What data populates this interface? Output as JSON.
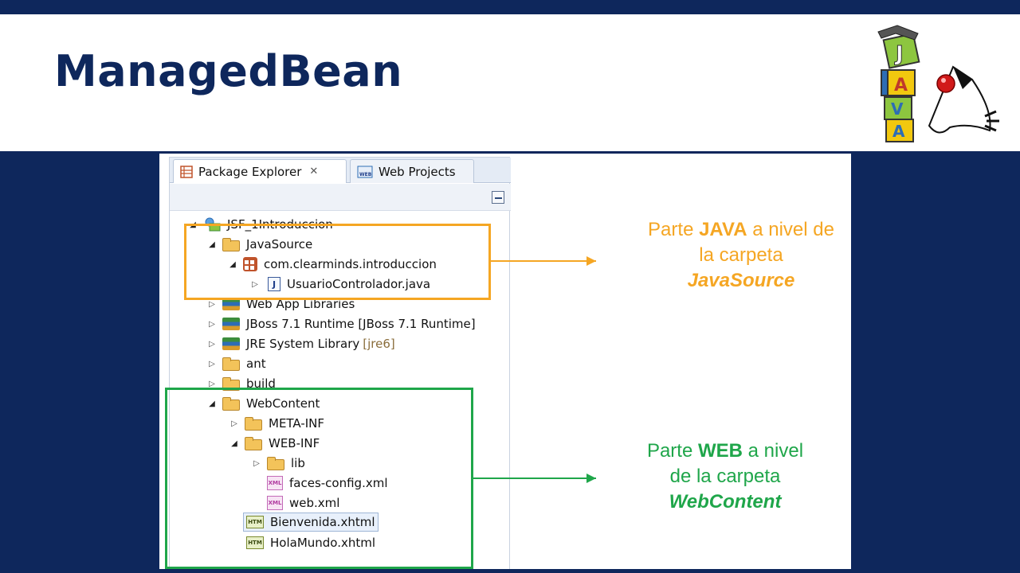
{
  "slide": {
    "title": "ManagedBean"
  },
  "ide": {
    "tabs": [
      {
        "label": "Package Explorer"
      },
      {
        "label": "Web Projects"
      }
    ],
    "tree": [
      {
        "label": "JSF_1Introduccion",
        "icon": "project-icon",
        "depth": 0,
        "expanded": true
      },
      {
        "label": "JavaSource",
        "icon": "source-folder-icon",
        "depth": 1,
        "expanded": true
      },
      {
        "label": "com.clearminds.introduccion",
        "icon": "package-icon",
        "depth": 2,
        "expanded": true
      },
      {
        "label": "UsuarioControlador.java",
        "icon": "java-file-icon",
        "depth": 3,
        "expanded": false
      },
      {
        "label": "Web App Libraries",
        "icon": "library-icon",
        "depth": 1,
        "expanded": false
      },
      {
        "label": "JBoss 7.1 Runtime [JBoss 7.1 Runtime]",
        "icon": "library-icon",
        "depth": 1,
        "expanded": false
      },
      {
        "label": "JRE System Library",
        "decoration": "[jre6]",
        "icon": "library-icon",
        "depth": 1,
        "expanded": false
      },
      {
        "label": "ant",
        "icon": "folder-icon",
        "depth": 1,
        "expanded": false
      },
      {
        "label": "build",
        "icon": "folder-icon",
        "depth": 1,
        "expanded": false
      },
      {
        "label": "WebContent",
        "icon": "folder-icon",
        "depth": 1,
        "expanded": true
      },
      {
        "label": "META-INF",
        "icon": "folder-icon",
        "depth": 2,
        "expanded": false
      },
      {
        "label": "WEB-INF",
        "icon": "folder-icon",
        "depth": 2,
        "expanded": true
      },
      {
        "label": "lib",
        "icon": "folder-icon",
        "depth": 3,
        "expanded": false
      },
      {
        "label": "faces-config.xml",
        "icon": "xml-file-icon",
        "depth": 3,
        "expanded": null
      },
      {
        "label": "web.xml",
        "icon": "xml-file-icon",
        "depth": 3,
        "expanded": null
      },
      {
        "label": "Bienvenida.xhtml",
        "icon": "html-file-icon",
        "depth": 2,
        "expanded": null,
        "selected": true
      },
      {
        "label": "HolaMundo.xhtml",
        "icon": "html-file-icon",
        "depth": 2,
        "expanded": null
      }
    ]
  },
  "annotations": {
    "java": {
      "prefix": "Parte ",
      "strong": "JAVA",
      "suffix": " a nivel de",
      "line2": "la carpeta",
      "emph": "JavaSource",
      "color": "#f5a623"
    },
    "web": {
      "prefix": "Parte ",
      "strong": "WEB",
      "suffix": " a nivel",
      "line2": "de la carpeta",
      "emph": "WebContent",
      "color": "#1fa64a"
    }
  },
  "colors": {
    "navy": "#0e275c"
  }
}
